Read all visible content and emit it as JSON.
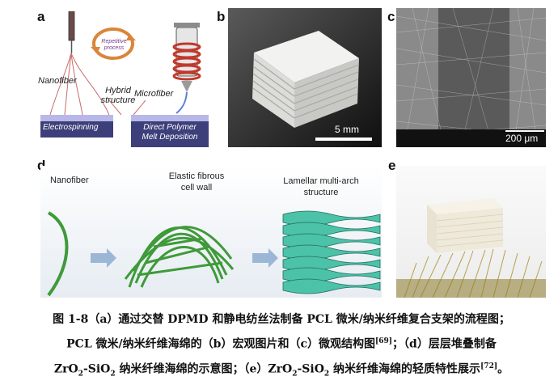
{
  "panels": {
    "a": {
      "letter": "a",
      "repetitive_process": "Repetitive process",
      "nanofiber": "Nanofiber",
      "hybrid_structure_1": "Hybrid",
      "hybrid_structure_2": "structure",
      "microfiber": "Microfiber",
      "electrospinning": "Electrospinning",
      "direct_polymer_1": "Direct Polymer",
      "direct_polymer_2": "Melt Deposition"
    },
    "b": {
      "letter": "b",
      "scale": "5 mm"
    },
    "c": {
      "letter": "c",
      "scale": "200 μm"
    },
    "d": {
      "letter": "d",
      "nanofiber": "Nanofiber",
      "cell_wall_1": "Elastic fibrous",
      "cell_wall_2": "cell wall",
      "lamellar_1": "Lamellar multi-arch",
      "lamellar_2": "structure"
    },
    "e": {
      "letter": "e"
    }
  },
  "caption": {
    "line1": "图 1-8（a）通过交替 DPMD 和静电纺丝法制备 PCL 微米/纳米纤维复合支架的流程图；",
    "line2a": "PCL 微米/纳米纤维海绵的（b）宏观图片和（c）微观结构图",
    "ref1": "[69]",
    "line2b": "；（d）层层堆叠制备",
    "line3a": "ZrO",
    "line3b": "-SiO",
    "line3c": " 纳米纤维海绵的示意图；（e）ZrO",
    "line3d": "-SiO",
    "line3e": " 纳米纤维海绵的轻质特性展示",
    "ref2": "[72]",
    "line3f": "。",
    "sub2": "2"
  }
}
